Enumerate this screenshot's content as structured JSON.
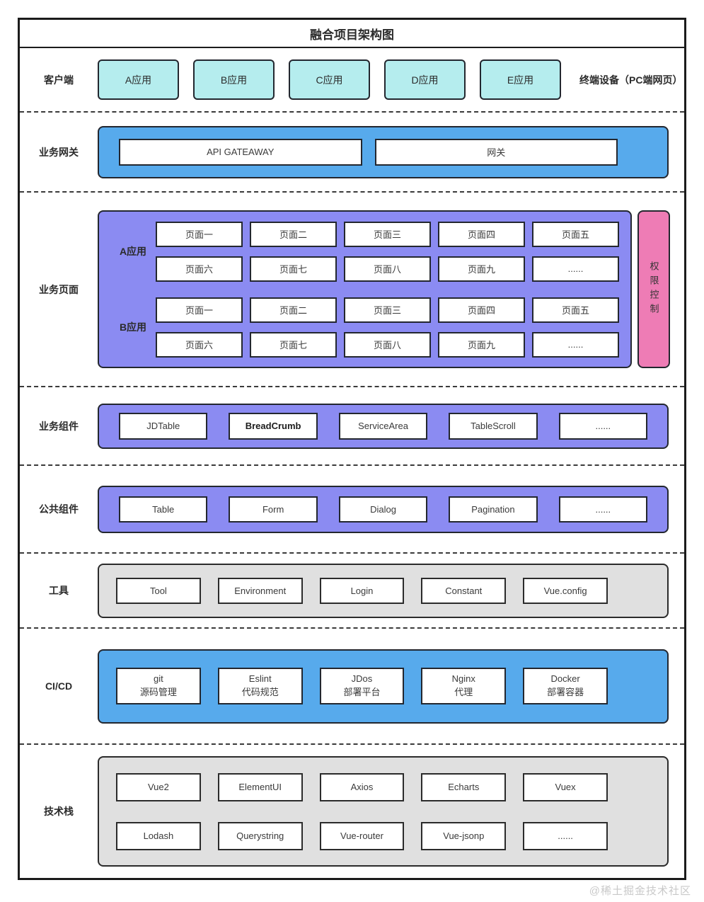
{
  "title": "融合项目架构图",
  "watermark": "@稀土掘金技术社区",
  "colors": {
    "cyan": "#b5edee",
    "blue": "#57aaec",
    "purple": "#8b8bf2",
    "pink": "#ee7cb5",
    "gray": "#e0e0e0"
  },
  "client": {
    "label": "客户端",
    "apps": [
      "A应用",
      "B应用",
      "C应用",
      "D应用",
      "E应用"
    ],
    "right_note": "终端设备（PC端网页）"
  },
  "gateway": {
    "label": "业务网关",
    "items": [
      "API GATEAWAY",
      "网关"
    ]
  },
  "pages": {
    "label": "业务页面",
    "permission": "权限控制",
    "groups": [
      {
        "name": "A应用",
        "row1": [
          "页面一",
          "页面二",
          "页面三",
          "页面四",
          "页面五"
        ],
        "row2": [
          "页面六",
          "页面七",
          "页面八",
          "页面九",
          "......"
        ]
      },
      {
        "name": "B应用",
        "row1": [
          "页面一",
          "页面二",
          "页面三",
          "页面四",
          "页面五"
        ],
        "row2": [
          "页面六",
          "页面七",
          "页面八",
          "页面九",
          "......"
        ]
      }
    ]
  },
  "biz_components": {
    "label": "业务组件",
    "items": [
      "JDTable",
      "BreadCrumb",
      "ServiceArea",
      "TableScroll",
      "......"
    ]
  },
  "common_components": {
    "label": "公共组件",
    "items": [
      "Table",
      "Form",
      "Dialog",
      "Pagination",
      "......"
    ]
  },
  "tools": {
    "label": "工具",
    "items": [
      "Tool",
      "Environment",
      "Login",
      "Constant",
      "Vue.config"
    ]
  },
  "cicd": {
    "label": "CI/CD",
    "items": [
      {
        "name": "git",
        "desc": "源码管理"
      },
      {
        "name": "Eslint",
        "desc": "代码规范"
      },
      {
        "name": "JDos",
        "desc": "部署平台"
      },
      {
        "name": "Nginx",
        "desc": "代理"
      },
      {
        "name": "Docker",
        "desc": "部署容器"
      }
    ]
  },
  "tech_stack": {
    "label": "技术栈",
    "row1": [
      "Vue2",
      "ElementUI",
      "Axios",
      "Echarts",
      "Vuex"
    ],
    "row2": [
      "Lodash",
      "Querystring",
      "Vue-router",
      "Vue-jsonp",
      "......"
    ]
  }
}
